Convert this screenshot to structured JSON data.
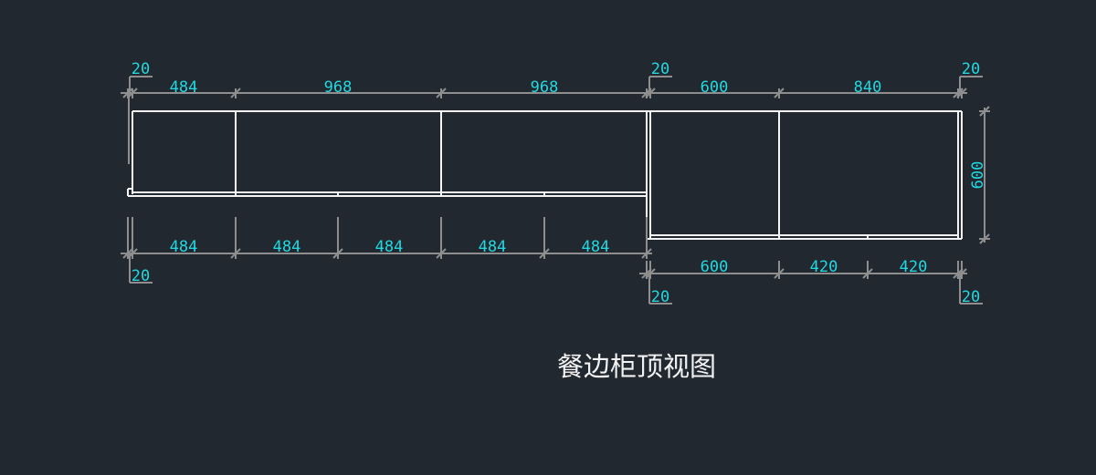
{
  "drawing": {
    "title": "餐边柜顶视图",
    "top_dims": [
      "484",
      "968",
      "968",
      "600",
      "840"
    ],
    "top_offsets": [
      "20",
      "20",
      "20"
    ],
    "bottom_left_dims": [
      "484",
      "484",
      "484",
      "484",
      "484"
    ],
    "bottom_left_offset": "20",
    "bottom_right_dims": [
      "600",
      "420",
      "420"
    ],
    "bottom_right_offsets": [
      "20",
      "20"
    ],
    "depth_dim": "600"
  },
  "colors": {
    "background": "#212830",
    "dimension_text": "#22d8e0",
    "geometry": "#f4f4f4",
    "dimension_line": "#8e8e8e"
  }
}
